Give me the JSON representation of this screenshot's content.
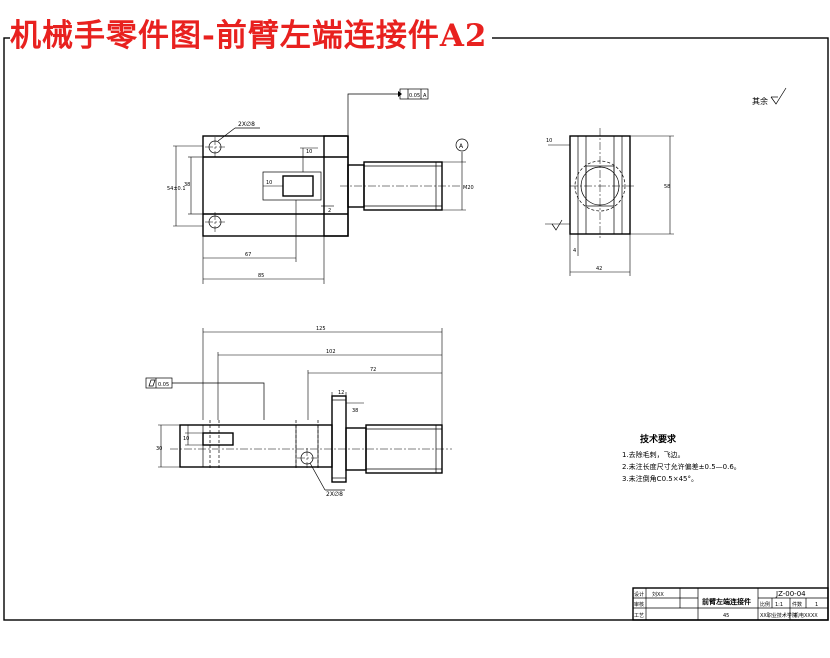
{
  "title": "机械手零件图-前臂左端连接件A2",
  "roughness_label": "其余",
  "hole_note": "2X∅8",
  "datum_label": "A",
  "perp_value": "0.05",
  "perp_datum": "A",
  "flat_value": "0.05",
  "top_view": {
    "dim_width_bottom": "67",
    "dim_width_total": "85",
    "dim_height_outer": "54±0.1",
    "dim_height_inner": "38",
    "dim_slot_h": "10",
    "dim_slot_w": "10",
    "dim_thread": "M20",
    "dim_gap": "2"
  },
  "side_view": {
    "dim_top": "10",
    "dim_height": "58",
    "dim_small": "4",
    "dim_width": "42"
  },
  "front_view": {
    "dim_total": "125",
    "dim_mid": "102",
    "dim_thread_len": "72",
    "dim_flange": "12",
    "dim_flange_h": "38",
    "dim_height": "30",
    "dim_slot": "10"
  },
  "tech": {
    "heading": "技术要求",
    "items": [
      "1.去除毛刺，飞边。",
      "2.未注长度尺寸允许偏差±0.5—0.6。",
      "3.未注倒角C0.5×45°。"
    ]
  },
  "title_block": {
    "part_name": "前臂左端连接件",
    "drawing_no": "JZ-00-04",
    "material": "45",
    "designer_label": "设计",
    "checker_label": "审核",
    "process_label": "工艺",
    "designer": "刘XX",
    "ratio_label": "比例",
    "ratio": "1:1",
    "qty_label": "件数",
    "qty": "1",
    "school": "XX职业技术学院",
    "class_label": "机电XXXX"
  }
}
